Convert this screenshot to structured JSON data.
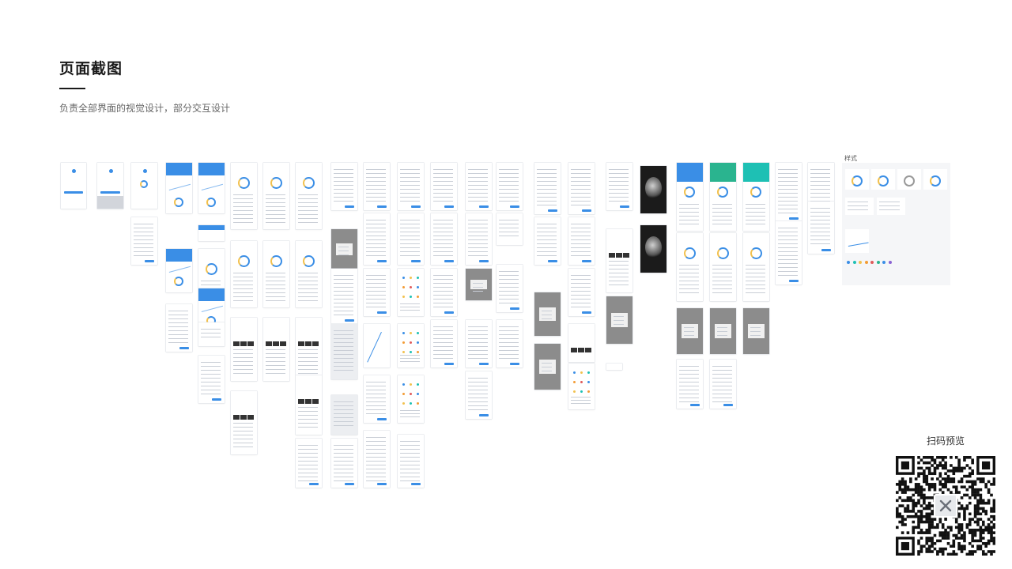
{
  "header": {
    "title": "页面截图",
    "subtitle": "负责全部界面的视觉设计，部分交互设计"
  },
  "styles_panel": {
    "label": "样式"
  },
  "qr": {
    "label": "扫码预览"
  },
  "colors": {
    "accent": "#3a8ee6",
    "teal": "#1ec0b4",
    "green_teal": "#2ab48f",
    "yellow": "#f2c14e",
    "orange": "#f39c35",
    "red": "#e05b5b",
    "gray_screen": "#8c8c8c",
    "dark_photo": "#1b1b1b"
  }
}
